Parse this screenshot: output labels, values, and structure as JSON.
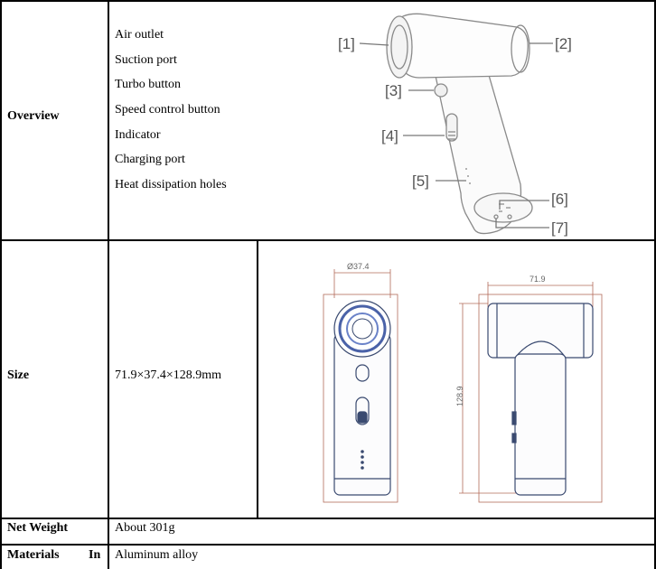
{
  "rows": {
    "overview": {
      "label": "Overview",
      "features": [
        "Air outlet",
        "Suction port",
        "Turbo button",
        "Speed control button",
        "Indicator",
        "Charging port",
        "Heat dissipation holes"
      ],
      "callouts": [
        "[1]",
        "[2]",
        "[3]",
        "[4]",
        "[5]",
        "[6]",
        "[7]"
      ]
    },
    "size": {
      "label": "Size",
      "value": "71.9×37.4×128.9mm",
      "dim_diameter": "Ø37.4",
      "dim_width": "71.9",
      "dim_height": "128.9"
    },
    "net_weight": {
      "label": "Net Weight",
      "value": "About 301g"
    },
    "materials": {
      "label": "Materials",
      "label_suffix": "In",
      "value": "Aluminum alloy"
    }
  },
  "colors": {
    "border": "#000000",
    "drawing_stroke": "#3a4a70",
    "callout_text": "#555555",
    "dim_line": "#b36b5a"
  }
}
